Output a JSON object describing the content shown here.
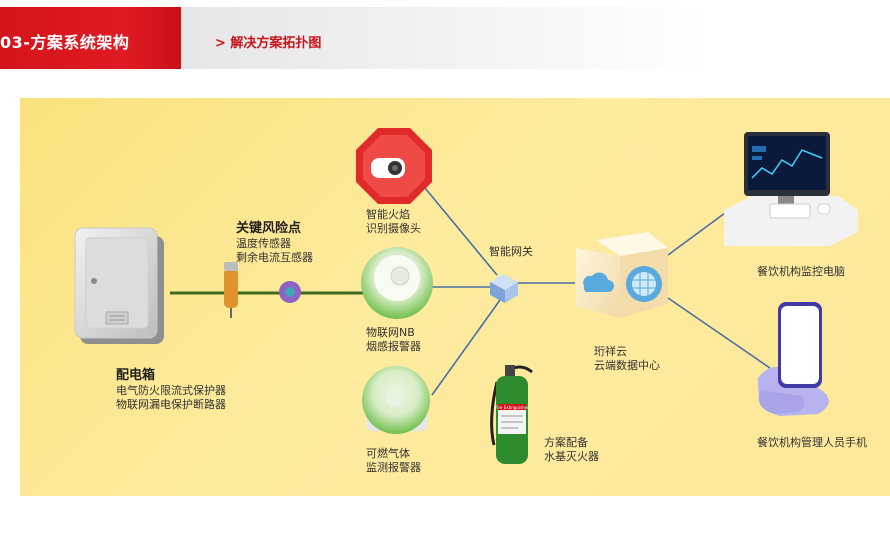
{
  "header": {
    "section_title": "03-方案系统架构",
    "subtitle": "> 解决方案拓扑图"
  },
  "nodes": {
    "distribution_box": {
      "title": "配电箱",
      "line1": "电气防火限流式保护器",
      "line2": "物联网漏电保护断路器"
    },
    "key_risk": {
      "title": "关键风险点",
      "line1": "温度传感器",
      "line2": "剩余电流互感器"
    },
    "flame_camera": {
      "line1": "智能火焰",
      "line2": "识别摄像头"
    },
    "smoke_alarm": {
      "line1": "物联网NB",
      "line2": "烟感报警器"
    },
    "gas_alarm": {
      "line1": "可燃气体",
      "line2": "监测报警器"
    },
    "gateway": {
      "label": "智能网关"
    },
    "extinguisher": {
      "line1": "方案配备",
      "line2": "水基灭火器",
      "bottle_text": "Fire Extinguisher"
    },
    "cloud": {
      "line1": "珩祥云",
      "line2": "云端数据中心"
    },
    "monitor_pc": {
      "label": "餐饮机构监控电脑"
    },
    "manager_phone": {
      "label": "餐饮机构管理人员手机"
    }
  },
  "colors": {
    "accent_red": "#d4141c",
    "panel_yellow": "#fde89a",
    "green_line": "#3d6b1e",
    "blue_line": "#4a6fa5"
  }
}
